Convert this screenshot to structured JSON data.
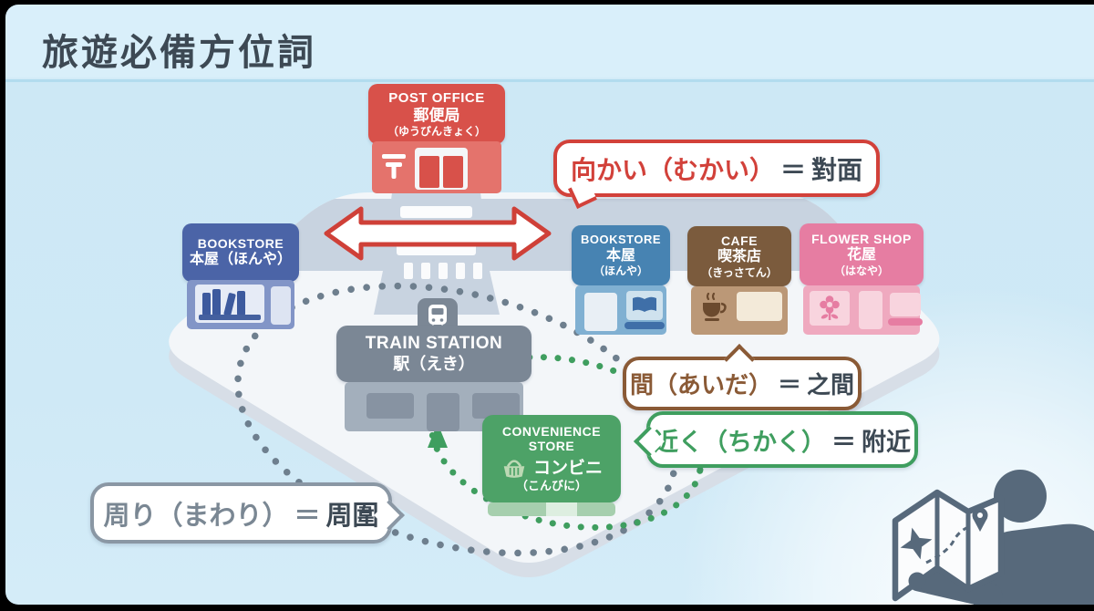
{
  "title": "旅遊必備方位詞",
  "buildings": {
    "post_office": {
      "en": "POST OFFICE",
      "jp": "郵便局",
      "kana": "（ゆうびんきょく）"
    },
    "bookstore_left": {
      "en": "BOOKSTORE",
      "jp": "本屋（ほんや）"
    },
    "bookstore_right": {
      "en": "BOOKSTORE",
      "jp": "本屋",
      "kana": "（ほんや）"
    },
    "cafe": {
      "en": "CAFE",
      "jp": "喫茶店",
      "kana": "（きっさてん）"
    },
    "flower_shop": {
      "en": "FLOWER SHOP",
      "jp": "花屋",
      "kana": "（はなや）"
    },
    "train_station": {
      "en": "TRAIN STATION",
      "jp": "駅（えき）"
    },
    "convenience_store": {
      "en_line1": "CONVENIENCE",
      "en_line2": "STORE",
      "jp": "コンビニ",
      "kana": "（こんびに）"
    }
  },
  "callouts": {
    "mukai": {
      "term": "向かい（むかい）",
      "equals": "＝",
      "translation": "對面",
      "accent": "#d2413a"
    },
    "aida": {
      "term": "間（あいだ）",
      "equals": "＝",
      "translation": "之間",
      "accent": "#8a5a36"
    },
    "chikaku": {
      "term": "近く（ちかく）",
      "equals": "＝",
      "translation": "附近",
      "accent": "#3f9e5f"
    },
    "mawari": {
      "term": "周り（まわり）",
      "equals": "＝",
      "translation": "周圍",
      "accent": "#7a8793"
    }
  },
  "icons": [
    "postal-mark-icon",
    "bookshelf-icon",
    "open-book-icon",
    "coffee-cup-icon",
    "flower-icon",
    "train-icon",
    "shopping-basket-icon",
    "double-arrow-icon",
    "map-reader-icon"
  ],
  "colors": {
    "background": "#cde8f5",
    "title": "#3d4954",
    "plate": "#f3f6f9",
    "plate_side": "#d7dee7",
    "road": "#c8d3e0",
    "post_office_sign": "#d8514a",
    "post_office_body": "#e4736c",
    "bookstore_left_sign": "#4b64a7",
    "bookstore_left_body": "#8295c7",
    "bookstore_right_sign": "#4783b2",
    "bookstore_right_body": "#80b0d2",
    "cafe_sign": "#7b5b3d",
    "cafe_body": "#bb9877",
    "flower_sign": "#e67da2",
    "flower_body": "#efa9bf",
    "station_sign": "#7b8795",
    "station_body": "#a3afbc",
    "convenience_sign": "#4da267",
    "convenience_body": "#a6cfae",
    "around_circle": "#6e7f8e",
    "near_circle": "#3f9e5f",
    "opposite_arrow": "#cf4038",
    "person": "#57697b"
  }
}
